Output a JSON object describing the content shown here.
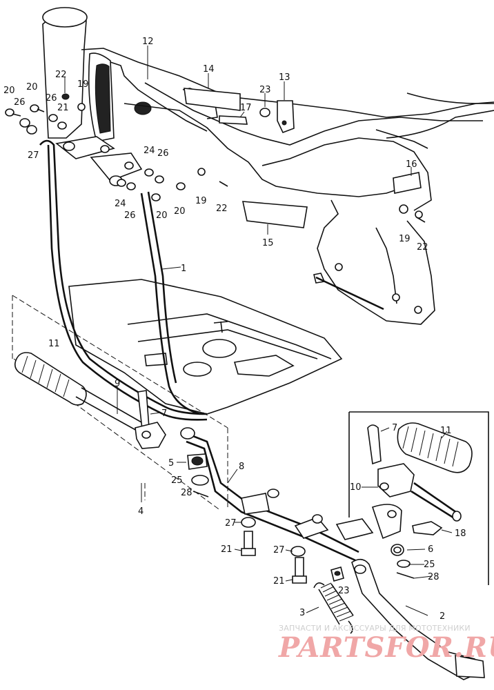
{
  "diagram": {
    "callouts": {
      "c1": "1",
      "c2": "2",
      "c3": "3",
      "c4": "4",
      "c5": "5",
      "c6": "6",
      "c7a": "7",
      "c7b": "7",
      "c8": "8",
      "c9": "9",
      "c10": "10",
      "c11a": "11",
      "c11b": "11",
      "c12": "12",
      "c13": "13",
      "c14": "14",
      "c15": "15",
      "c16": "16",
      "c17": "17",
      "c18": "18",
      "c19a": "19",
      "c19b": "19",
      "c19c": "19",
      "c20a": "20",
      "c20b": "20",
      "c20c": "20",
      "c20d": "20",
      "c21a": "21",
      "c21b": "21",
      "c21c": "21",
      "c22a": "22",
      "c22b": "22",
      "c22c": "22",
      "c23a": "23",
      "c23b": "23",
      "c24a": "24",
      "c24b": "24",
      "c25a": "25",
      "c25b": "25",
      "c26a": "26",
      "c26b": "26",
      "c26c": "26",
      "c26d": "26",
      "c27a": "27",
      "c27b": "27",
      "c27c": "27",
      "c28a": "28",
      "c28b": "28"
    }
  },
  "watermark": {
    "caption": "ЗАПЧАСТИ И АКСЕССУАРЫ ДЛЯ МОТОТЕХНИКИ",
    "logo": "PARTSFOR.RU"
  }
}
